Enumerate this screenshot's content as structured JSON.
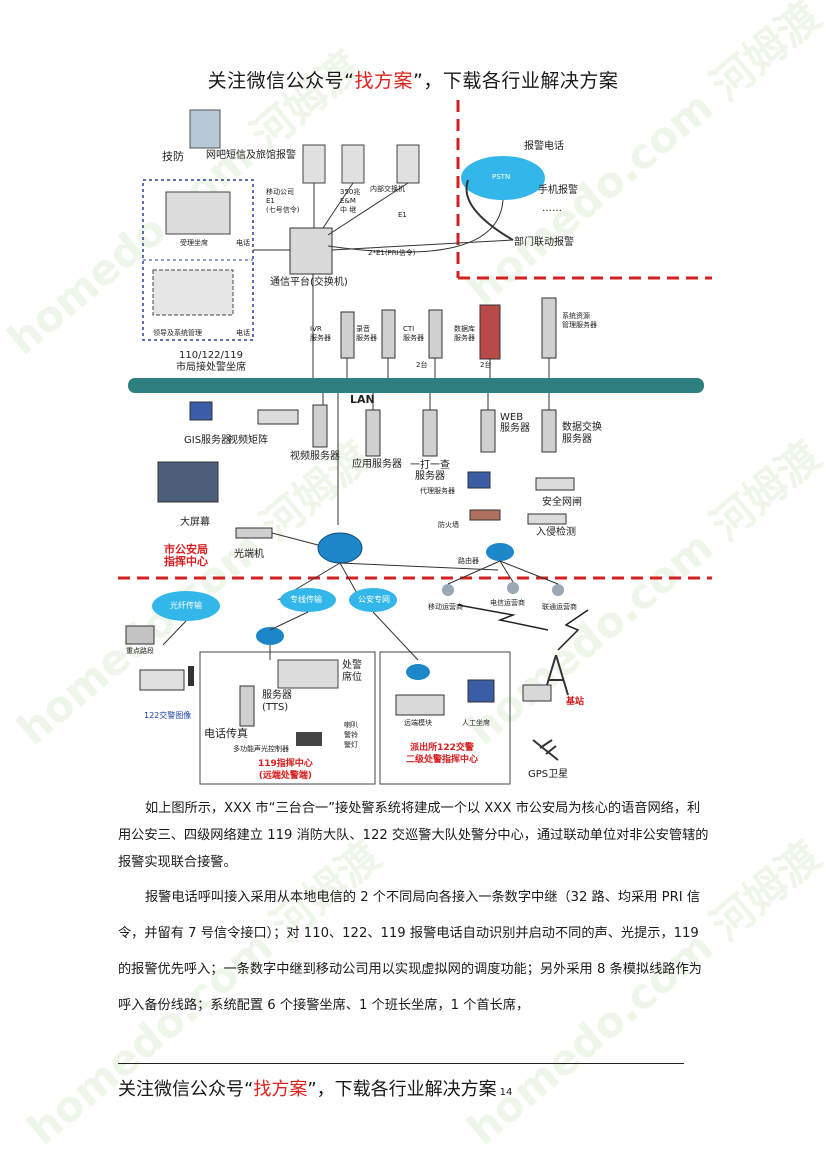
{
  "header": {
    "prefix": "关注微信公众号“",
    "highlight": "找方案",
    "suffix": "”，下载各行业解决方案"
  },
  "diagram": {
    "labels": {
      "tech_net": "技防",
      "internet_hotel": "网吧短信及旅馆报警",
      "mobile_e1": "移动公司\nE1\n(七号信令)",
      "e350": "350兆\nE&M\n中 继",
      "internal_switch": "内部交换机",
      "e1": "E1",
      "pri": "2*E1(PRI信令)",
      "pstn": "PSTN",
      "alarm_phone": "报警电话",
      "mobile_alarm": "手机报警",
      "dots": "……",
      "dept_alarm": "部门联动报警",
      "phone1": "电话",
      "accept_seat": "受理坐席",
      "comm_platform": "通信平台(交换机)",
      "leader_seat": "领导及系统管理",
      "phone2": "电话",
      "seats_110": "110/122/119\n市局接处警坐席",
      "ivr": "IVR\n服务器",
      "record": "录音\n服务器",
      "cti": "CTI\n服务器",
      "two1": "2台",
      "db": "数据库\n服务器",
      "two2": "2台",
      "resource": "系统资源\n管理服务器",
      "lan": "LAN",
      "gis": "GIS服务器",
      "video_matrix": "视频矩阵",
      "video_server": "视频服务器",
      "app_server": "应用服务器",
      "check_server": "一打一查\n服务器",
      "web_server": "WEB\n服务器",
      "exchange_server": "数据交换\n服务器",
      "proxy": "代理服务器",
      "secure_gate": "安全网闸",
      "firewall": "防火墙",
      "intrusion": "入侵检测",
      "big_screen": "大屏幕",
      "optical": "光端机",
      "command_center": "市公安局\n指挥中心",
      "router": "路由器",
      "mobile_op": "移动运营商",
      "telecom": "电信运营商",
      "unicom": "联通运营商",
      "fiber": "光纤传输",
      "dedicated": "专线传输",
      "police_net": "公安专网",
      "key_point": "重点路段",
      "dispatch_seat": "处警\n席位",
      "tts": "服务器\n(TTS)",
      "fax": "电话传真",
      "control": "多功能声光控制器",
      "speaker": "喇叭\n警铃\n警灯",
      "fire_center": "119指挥中心\n(远端处警端)",
      "remote_module": "远端模块",
      "manual_seat": "人工坐席",
      "police_station": "派出所122交警\n二级处警指挥中心",
      "traffic": "122交警图像",
      "base_station": "基站",
      "gps": "GPS卫星"
    }
  },
  "body": {
    "paragraph1": "如上图所示，XXX 市“三台合一”接处警系统将建成一个以 XXX 市公安局为核心的语音网络，利用公安三、四级网络建立 119 消防大队、122 交巡警大队处警分中心，通过联动单位对非公安管辖的报警实现联合接警。",
    "paragraph2": "报警电话呼叫接入采用从本地电信的 2 个不同局向各接入一条数字中继（32 路、均采用 PRI 信令，并留有 7 号信令接口）；对 110、122、119 报警电话自动识别并启动不同的声、光提示，119 的报警优先呼入；一条数字中继到移动公司用以实现虚拟网的调度功能；另外采用 8 条模拟线路作为呼入备份线路；系统配置 6 个接警坐席、1 个班长坐席，1 个首长席，"
  },
  "footer": {
    "prefix": "关注微信公众号“",
    "highlight": "找方案",
    "suffix": "”，下载各行业解决方案",
    "page_number": "14"
  },
  "watermark": {
    "text": "homedo.com 河姆渡"
  },
  "colors": {
    "accent_red": "#e0201b",
    "lan_bus": "#2e7f80",
    "cloud": "#33b6ea",
    "router": "#1d86c9",
    "dashed": "#d42020"
  }
}
